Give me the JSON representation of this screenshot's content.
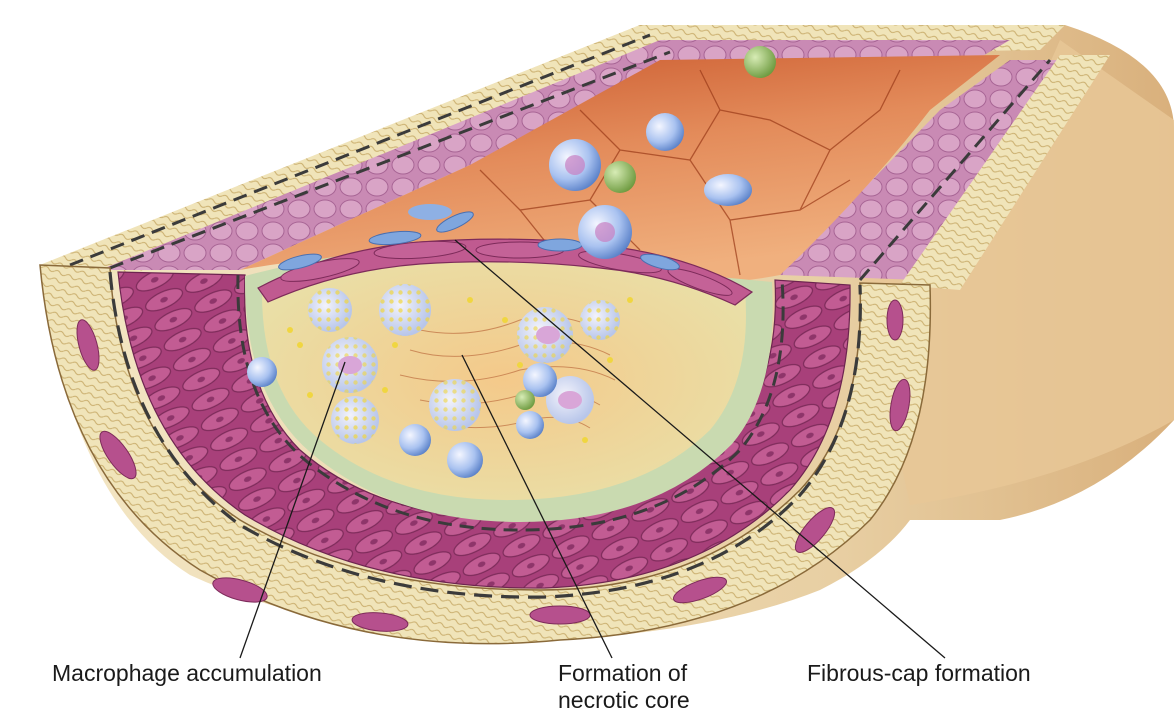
{
  "labels": {
    "macrophage": "Macrophage accumulation",
    "necrotic_line1": "Formation of",
    "necrotic_line2": "necrotic core",
    "fibrous": "Fibrous-cap formation"
  },
  "colors": {
    "adventitia": "#efe2b6",
    "smooth_muscle": "#b0447f",
    "intima": "#c7d8b0",
    "lumen": "#d2703d",
    "macrophage": "#d7def2",
    "lipid": "#f2dc48",
    "leukocyte": "#7fa6de",
    "platelet": "#86b45a"
  }
}
